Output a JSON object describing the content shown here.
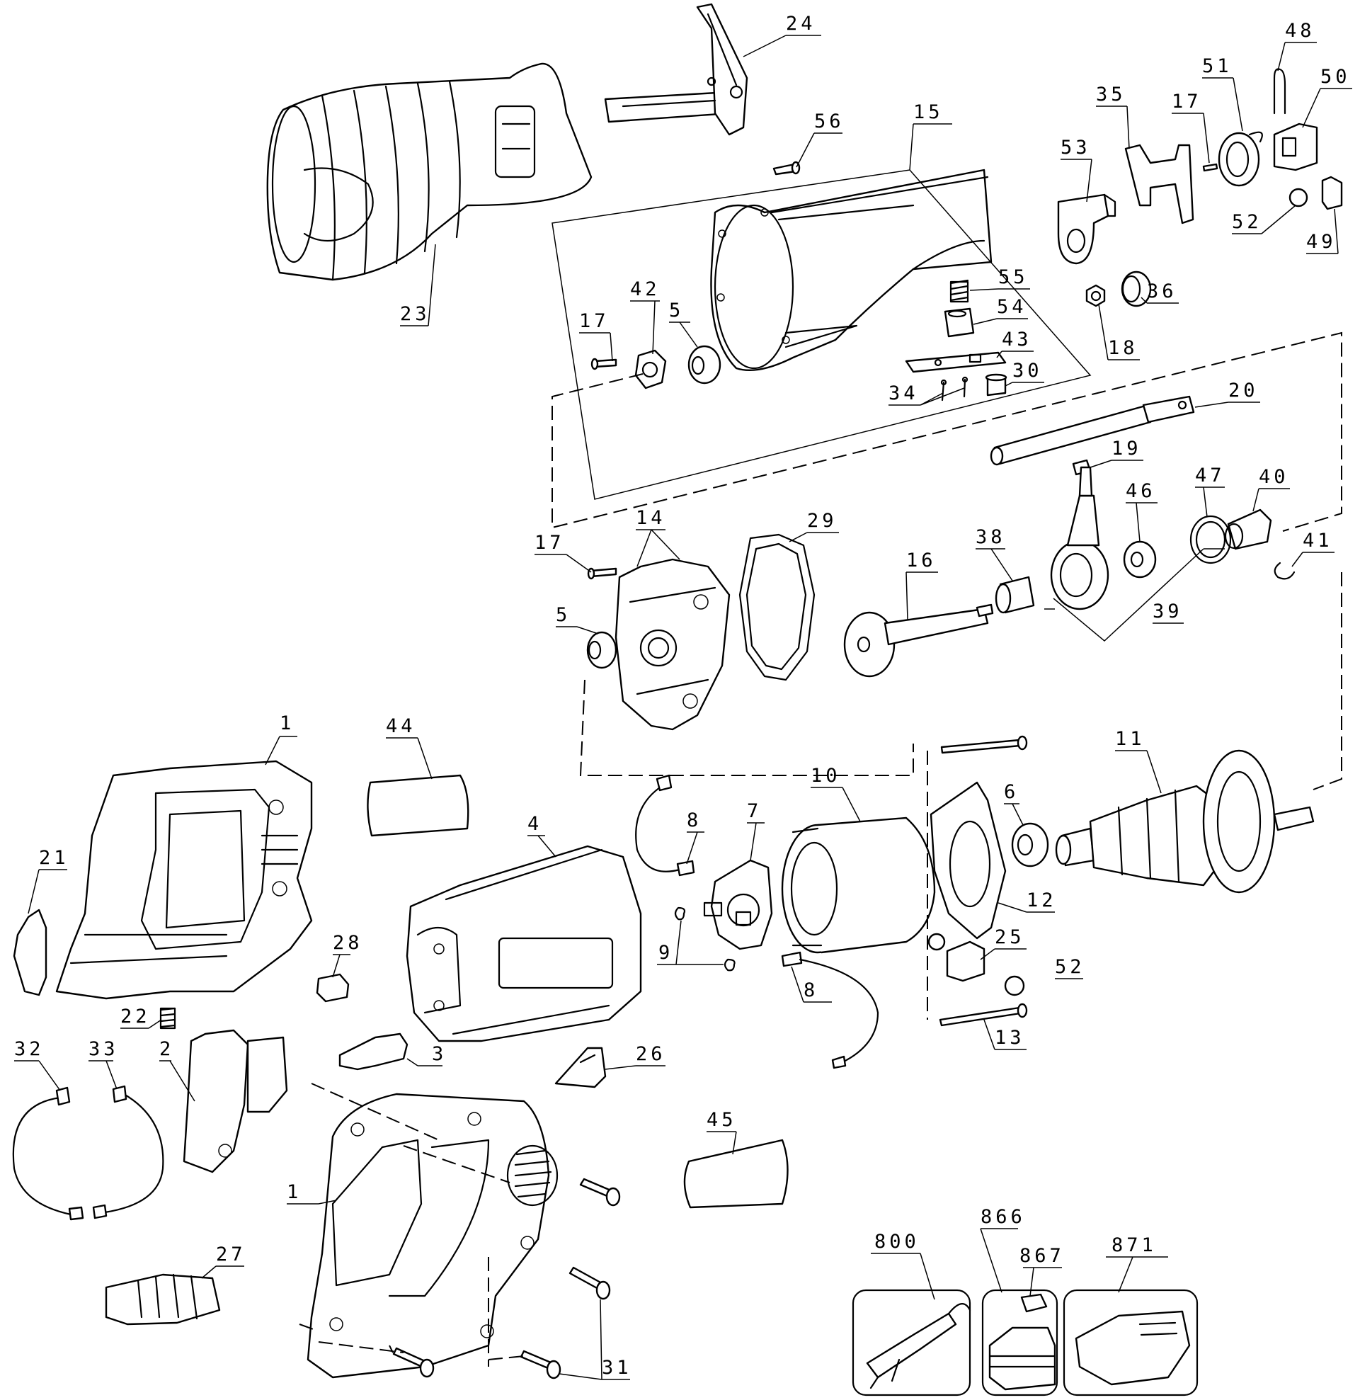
{
  "diagram": {
    "callouts": [
      "1",
      "1",
      "2",
      "3",
      "4",
      "5",
      "5",
      "6",
      "7",
      "8",
      "8",
      "9",
      "10",
      "11",
      "12",
      "13",
      "14",
      "15",
      "16",
      "17",
      "17",
      "17",
      "18",
      "19",
      "20",
      "21",
      "22",
      "23",
      "24",
      "25",
      "26",
      "27",
      "28",
      "29",
      "30",
      "31",
      "32",
      "33",
      "34",
      "35",
      "36",
      "38",
      "39",
      "40",
      "41",
      "42",
      "43",
      "44",
      "45",
      "46",
      "47",
      "48",
      "49",
      "50",
      "51",
      "52",
      "52",
      "53",
      "54",
      "55",
      "56",
      "800",
      "866",
      "867",
      "871"
    ]
  }
}
